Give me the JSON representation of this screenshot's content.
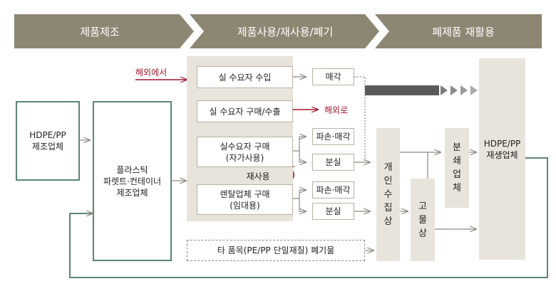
{
  "stages": [
    "제품제조",
    "제품사용/재사용/폐기",
    "폐제품 재활용"
  ],
  "nodes": {
    "hdpe_mfr": "HDPE/PP\n제조업체",
    "plastic_mfr": "플라스틱\n파렛트·컨테이너\n제조업체",
    "user_import": "실 수요자 수입",
    "user_export": "실 수요자 구매/수출",
    "user_own": "실수요자 구매\n(자가사용)",
    "rental": "렌탈업체 구매\n(임대용)",
    "sell1": "매각",
    "damage_sell1": "파손·매각",
    "lost1": "분실",
    "damage_sell2": "파손·매각",
    "lost2": "분실",
    "other_waste": "타 품목(PE/PP 단일재질) 폐기물",
    "individual_collector": [
      "개",
      "인",
      "수",
      "집",
      "상"
    ],
    "scrap_dealer": [
      "고",
      "물",
      "상"
    ],
    "shredder": [
      "분",
      "쇄",
      "업",
      "체"
    ],
    "hdpe_recycler": "HDPE/PP\n재생업체"
  },
  "annotations": {
    "overseas_in": "해외에서",
    "overseas_out": "해외로",
    "reuse": "재사용"
  },
  "colors": {
    "banner": "#8d8672",
    "tan_panel": "#e8e4dc",
    "green_border": "#5c8572",
    "red": "#a3142c",
    "connector": "#8f8a80"
  }
}
